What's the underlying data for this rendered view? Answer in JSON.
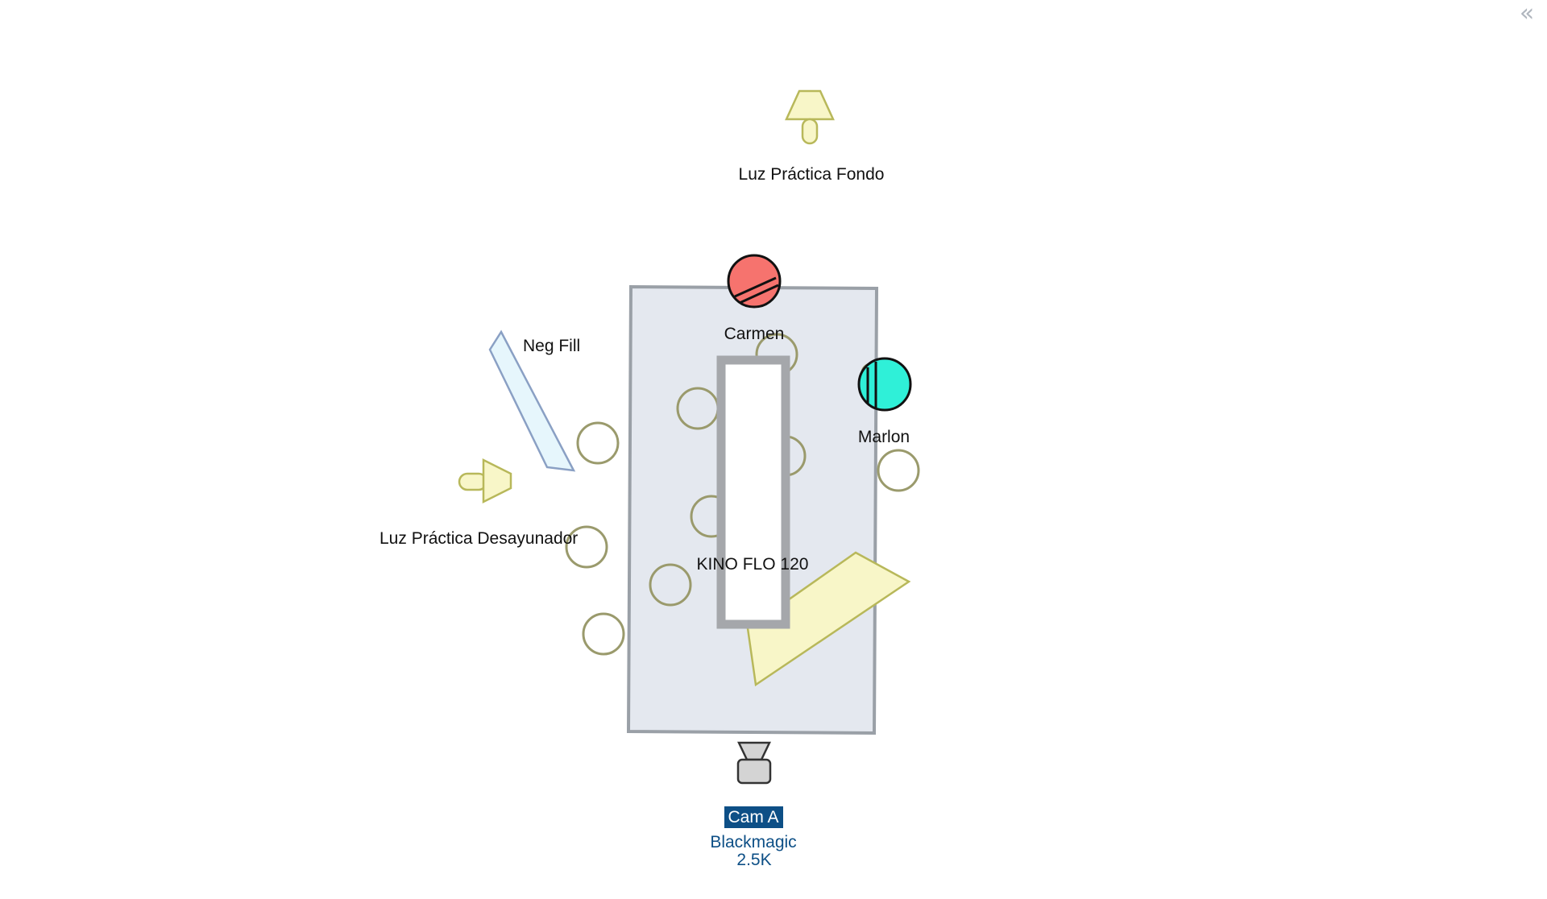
{
  "toolbar": {
    "collapse_icon": "double-chevron-left-icon",
    "collapse_glyph": "«"
  },
  "colors": {
    "table_fill": "#e4e8ef",
    "table_stroke": "#9aa0a7",
    "chair_stroke": "#9a9a6c",
    "light_fill": "#f8f6c8",
    "light_stroke": "#b8b85a",
    "negfill_fill": "#e6f6fc",
    "negfill_stroke": "#8aa0c4",
    "carmen": "#f6736e",
    "marlon": "#2ff0d8",
    "camera_fill": "#d4d4d4",
    "camera_badge": "#0d4f86"
  },
  "labels": {
    "luz_fondo": "Luz Práctica Fondo",
    "carmen": "Carmen",
    "marlon": "Marlon",
    "neg_fill": "Neg Fill",
    "luz_desayunador": "Luz Práctica Desayunador",
    "kino": "KINO FLO 120",
    "cam_name": "Cam A",
    "cam_model_line1": "Blackmagic",
    "cam_model_line2": "2.5K"
  }
}
